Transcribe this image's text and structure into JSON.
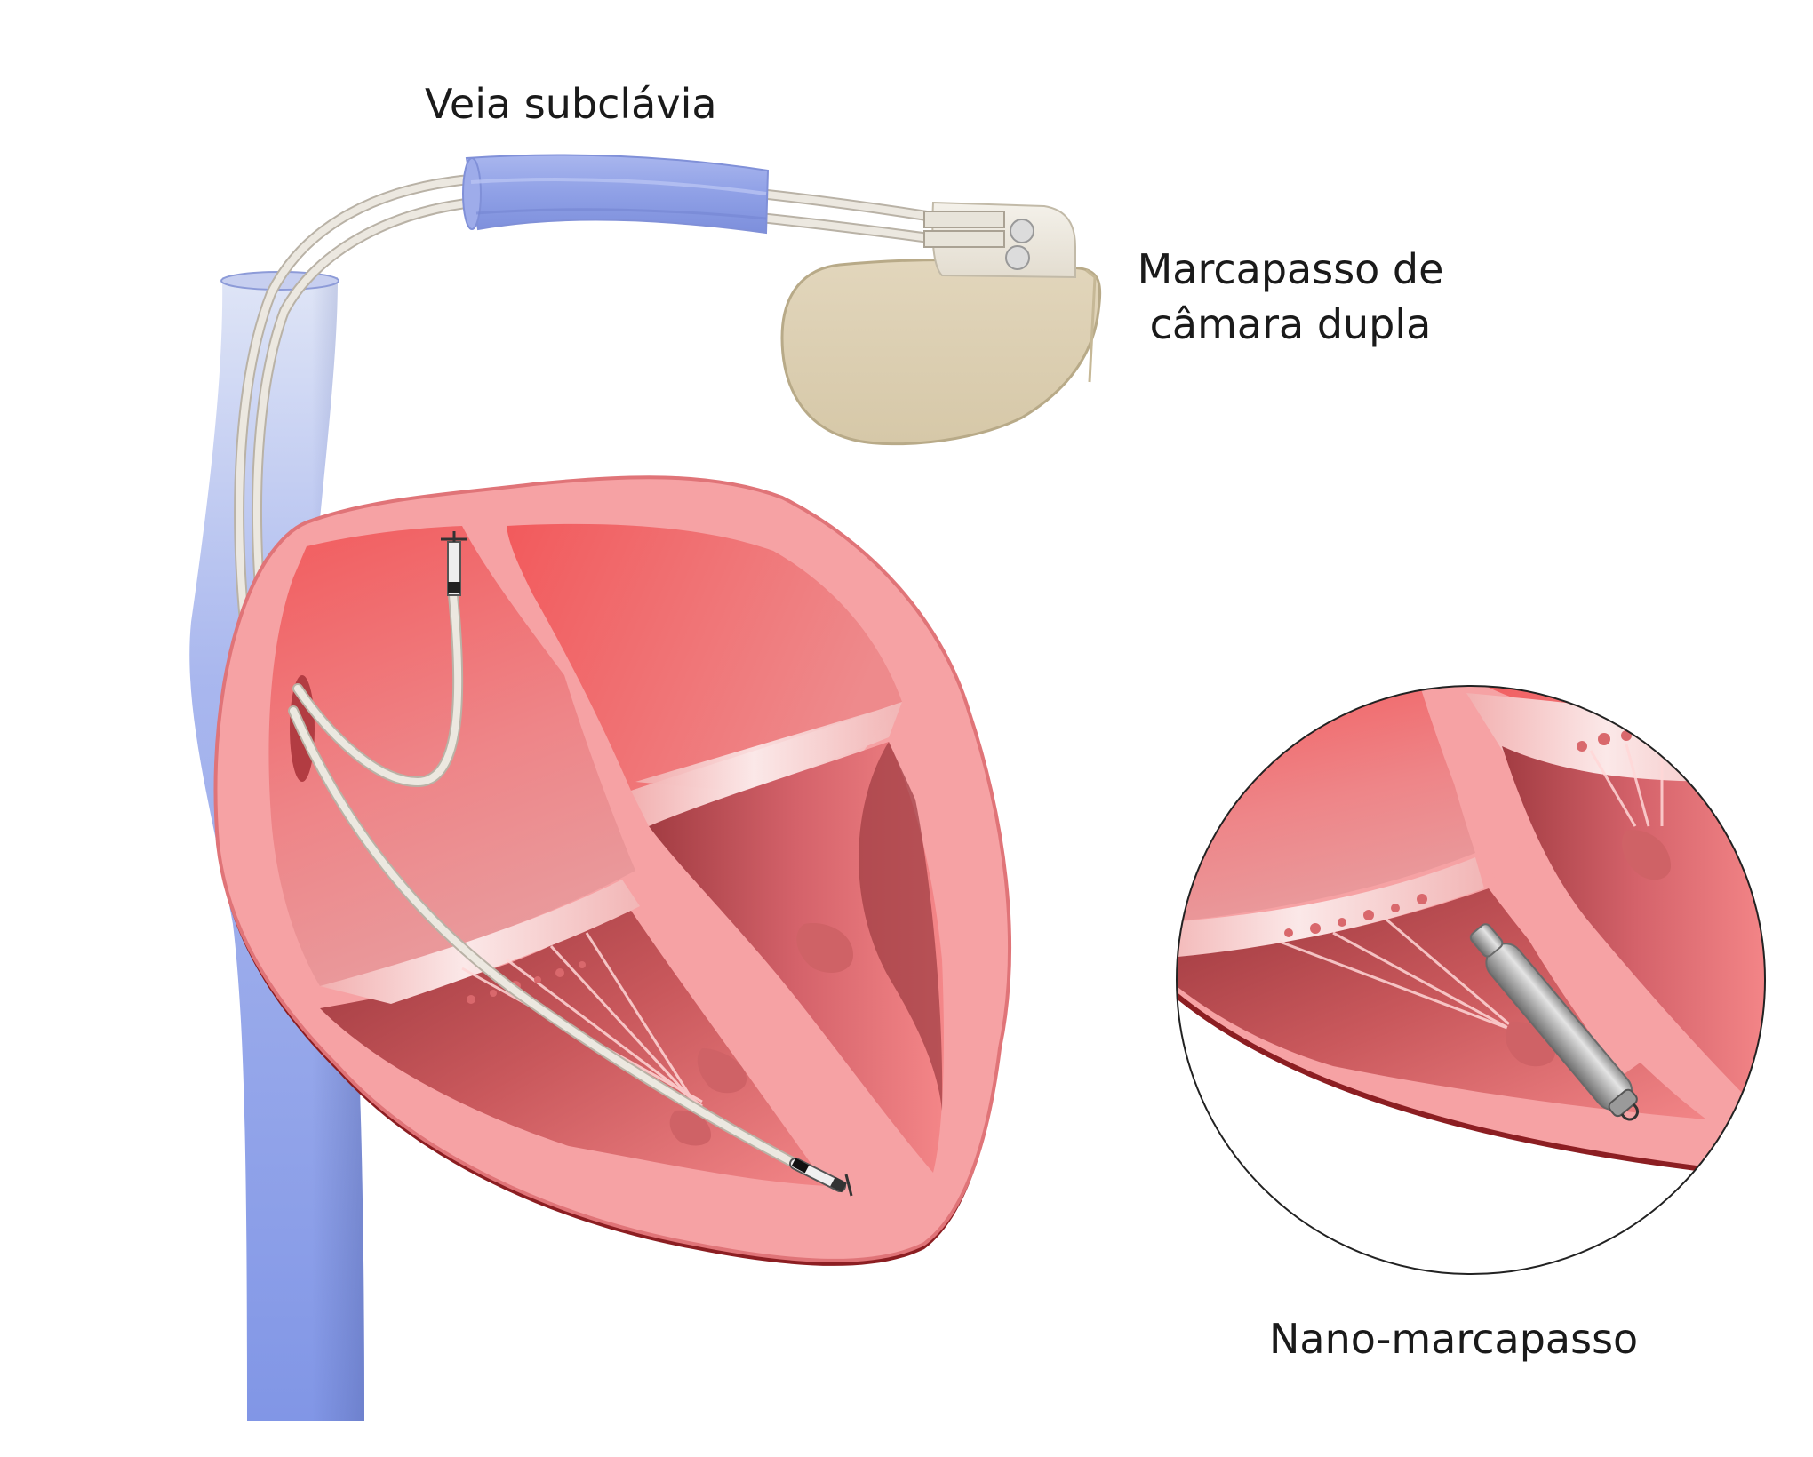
{
  "labels": {
    "subclavian_vein": "Veia subclávia",
    "dual_chamber_pacemaker_line1": "Marcapasso de",
    "dual_chamber_pacemaker_line2": "câmara dupla",
    "nano_pacemaker": "Nano-marcapasso"
  },
  "colors": {
    "vein_blue": "#8aa0e8",
    "myocardium": "#f4a0a2",
    "chamber_red": "#f06466",
    "chamber_dark": "#a84046",
    "pacemaker_body": "#dcd0b6",
    "lead_wire": "#e6e2da",
    "nano_device": "#b5b5b5"
  }
}
